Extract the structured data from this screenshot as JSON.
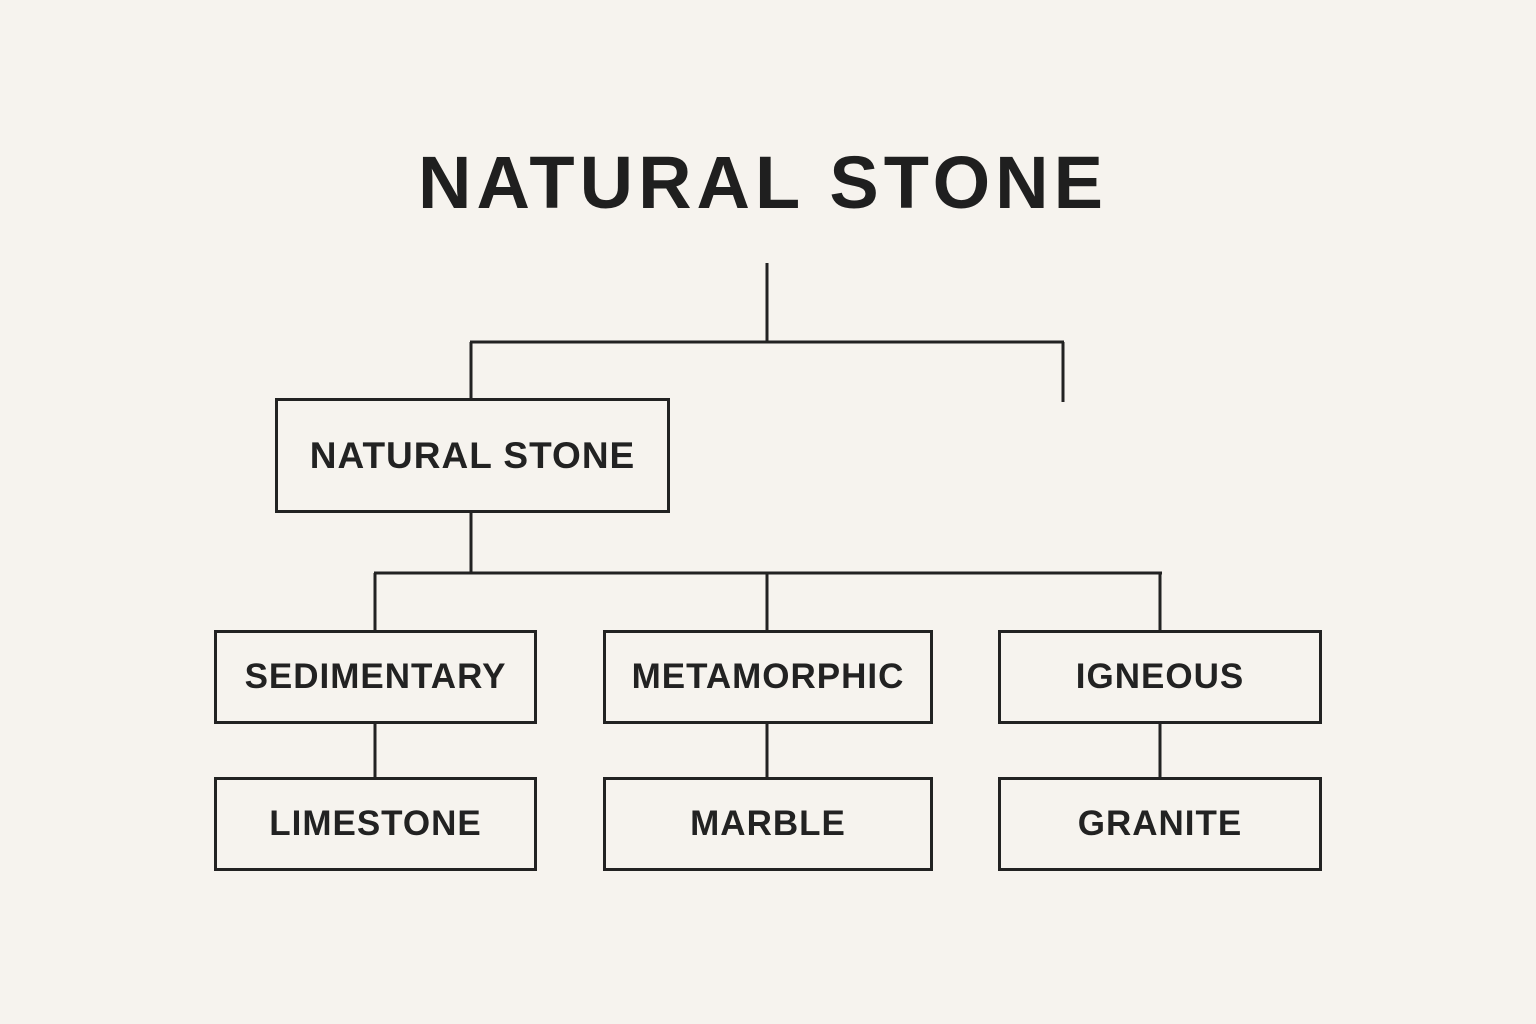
{
  "title": "NATURAL STONE",
  "root": {
    "label": "NATURAL STONE"
  },
  "categories": [
    {
      "label": "SEDIMENTARY",
      "example": "LIMESTONE"
    },
    {
      "label": "METAMORPHIC",
      "example": "MARBLE"
    },
    {
      "label": "IGNEOUS",
      "example": "GRANITE"
    }
  ]
}
